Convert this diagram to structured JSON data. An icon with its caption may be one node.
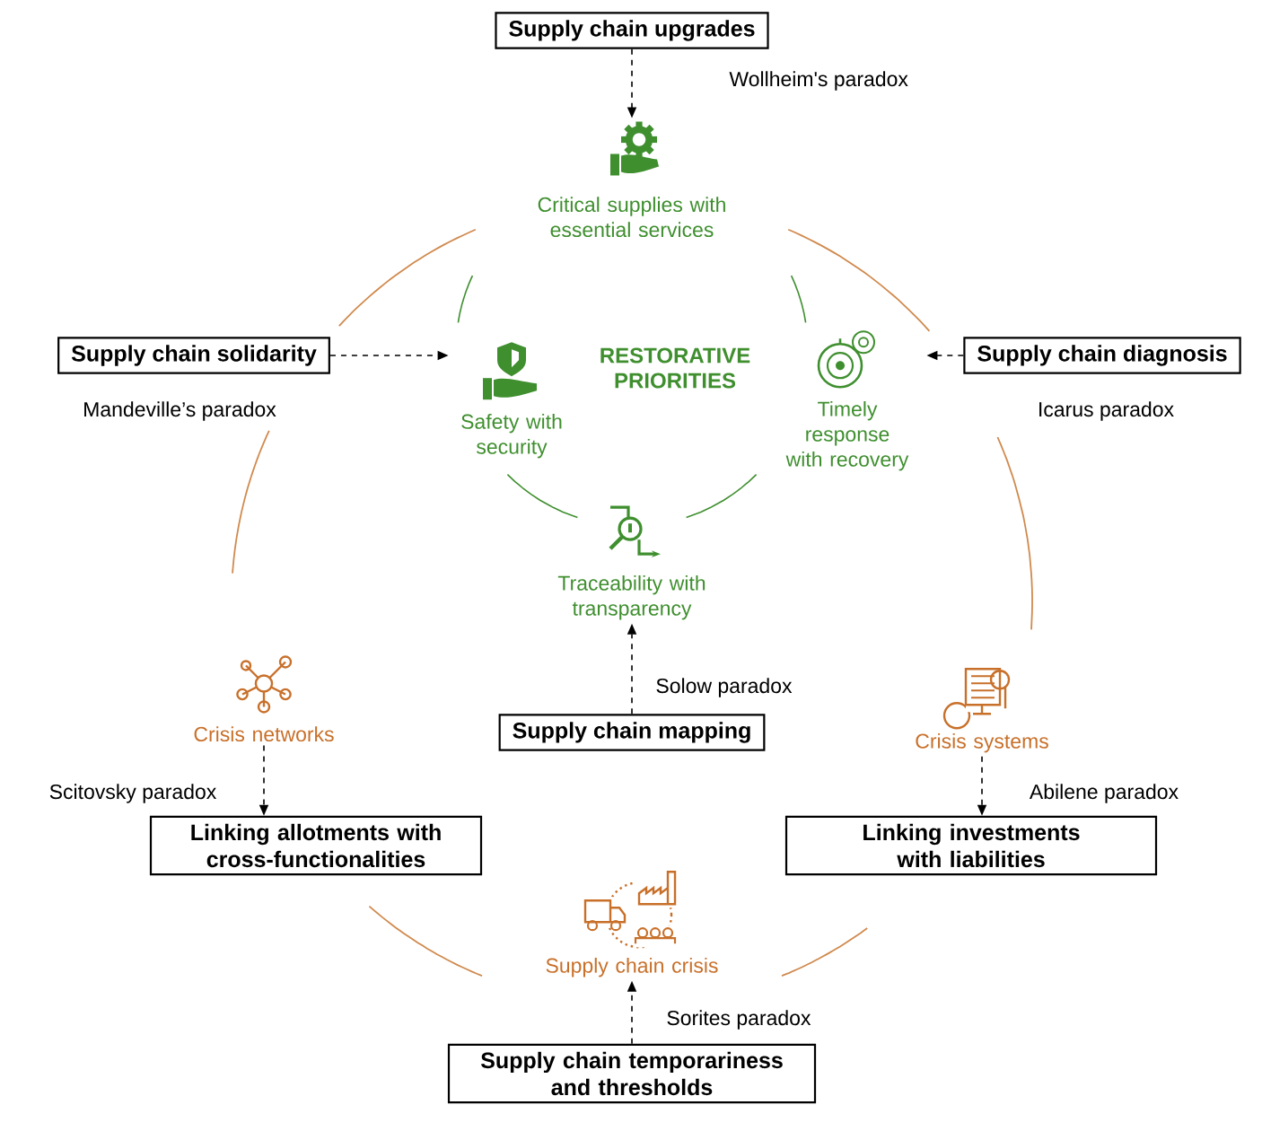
{
  "diagram": {
    "nodes": [
      {
        "text": [
          "Supply chain upgrades"
        ]
      },
      {
        "text": [
          "Critical supplies with essential services"
        ]
      },
      {
        "text": [
          "Supply chain solidarity"
        ]
      },
      {
        "text": [
          "Safety with security"
        ]
      },
      {
        "text": [
          "Timely response with recovery"
        ]
      },
      {
        "text": [
          "Supply chain diagnosis"
        ]
      },
      {
        "text": [
          "Traceability with transparency"
        ]
      },
      {
        "text": [
          "Supply chain mapping"
        ]
      },
      {
        "text": [
          "Crisis networks"
        ]
      },
      {
        "text": [
          "Crisis systems"
        ]
      },
      {
        "text": [
          "Linking allotments with cross-functionalities"
        ]
      },
      {
        "text": [
          "Linking investments with liabilities"
        ]
      },
      {
        "text": [
          "Supply chain crisis"
        ]
      },
      {
        "text": [
          "Supply chain temporariness and thresholds"
        ]
      }
    ],
    "edges": [
      {
        "from": 0,
        "to": 1,
        "arrow": "to",
        "style": "dashed",
        "label": "Wollheim's paradox"
      },
      {
        "from": 2,
        "to": 3,
        "arrow": "to",
        "style": "dashed",
        "label": "Mandeville’s paradox"
      },
      {
        "from": 5,
        "to": 4,
        "arrow": "to",
        "style": "dashed",
        "label": "Icarus paradox"
      },
      {
        "from": 7,
        "to": 6,
        "arrow": "to",
        "style": "dashed",
        "label": "Solow paradox"
      },
      {
        "from": 8,
        "to": 10,
        "arrow": "to",
        "style": "dashed",
        "label": "Scitovsky paradox"
      },
      {
        "from": 9,
        "to": 11,
        "arrow": "to",
        "style": "dashed",
        "label": "Abilene paradox"
      },
      {
        "from": 13,
        "to": 12,
        "arrow": "to",
        "style": "dashed",
        "label": "Sorites paradox"
      }
    ],
    "labels": [
      "RESTORATIVE PRIORITIES"
    ]
  }
}
